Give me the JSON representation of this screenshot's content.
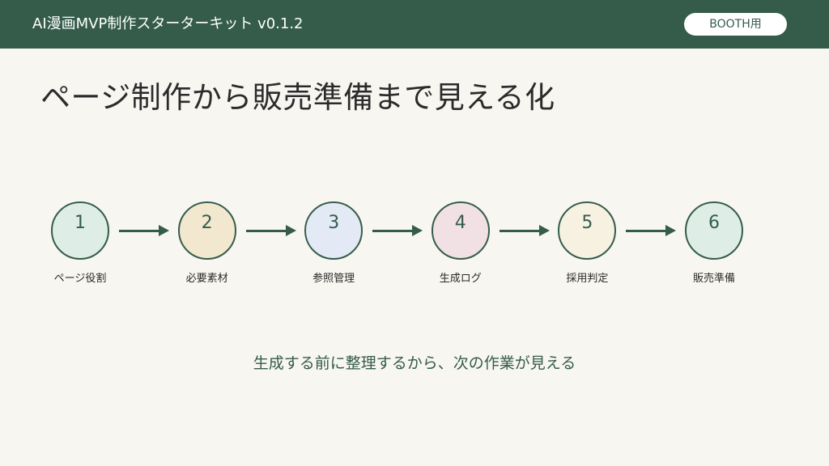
{
  "header": {
    "title": "AI漫画MVP制作スターターキット v0.1.2",
    "badge": "BOOTH用"
  },
  "page": {
    "title": "ページ制作から販売準備まで見える化"
  },
  "flow": {
    "steps": [
      {
        "number": "1",
        "label": "ページ役割",
        "color": "#deeee7"
      },
      {
        "number": "2",
        "label": "必要素材",
        "color": "#f2e8cf"
      },
      {
        "number": "3",
        "label": "参照管理",
        "color": "#e3e9f5"
      },
      {
        "number": "4",
        "label": "生成ログ",
        "color": "#f1e1e5"
      },
      {
        "number": "5",
        "label": "採用判定",
        "color": "#f7f1e1"
      },
      {
        "number": "6",
        "label": "販売準備",
        "color": "#deeee7"
      }
    ],
    "arrow_color": "#355c4b"
  },
  "summary": {
    "text": "生成する前に整理するから、次の作業が見える"
  },
  "colors": {
    "accent": "#355c4b",
    "background": "#f8f6f1"
  }
}
